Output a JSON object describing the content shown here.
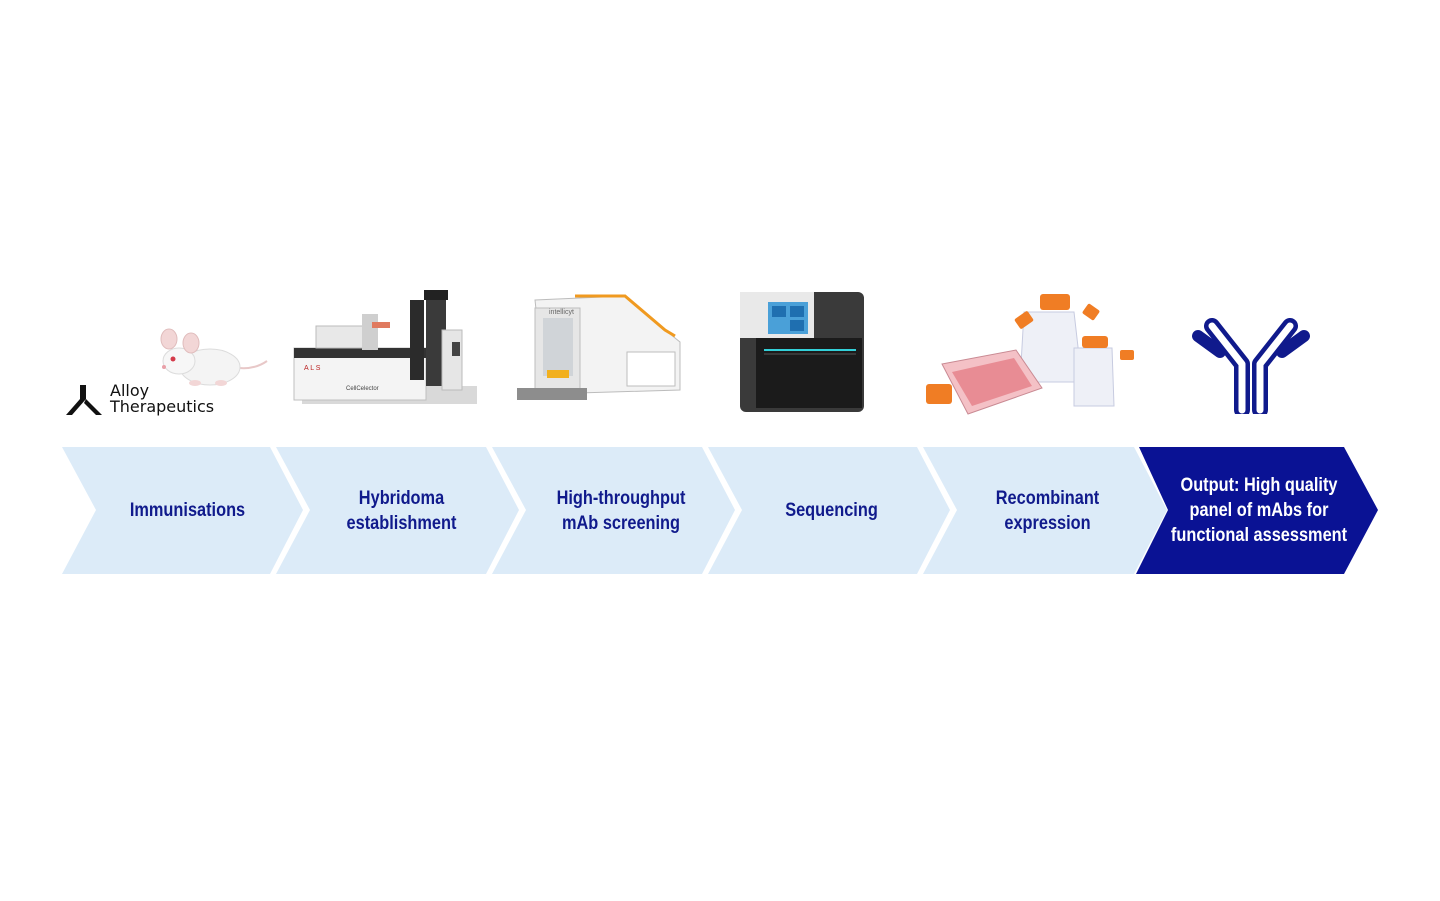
{
  "logo": {
    "line1": "Alloy",
    "line2": "Therapeutics"
  },
  "steps": [
    {
      "label": "Immunisations",
      "icon": "mouse-icon"
    },
    {
      "label": "Hybridoma\nestablishment",
      "icon": "cell-picker-instrument-icon"
    },
    {
      "label": "High-throughput\nmAb screening",
      "icon": "flow-cytometer-icon"
    },
    {
      "label": "Sequencing",
      "icon": "sequencer-icon"
    },
    {
      "label": "Recombinant\nexpression",
      "icon": "culture-flasks-icon"
    },
    {
      "label": "Output: High quality\npanel of mAbs for\nfunctional assessment",
      "icon": "antibody-icon"
    }
  ],
  "colors": {
    "light_step": "#dcebf8",
    "dark_step": "#0a1294",
    "text": "#101a8c"
  }
}
